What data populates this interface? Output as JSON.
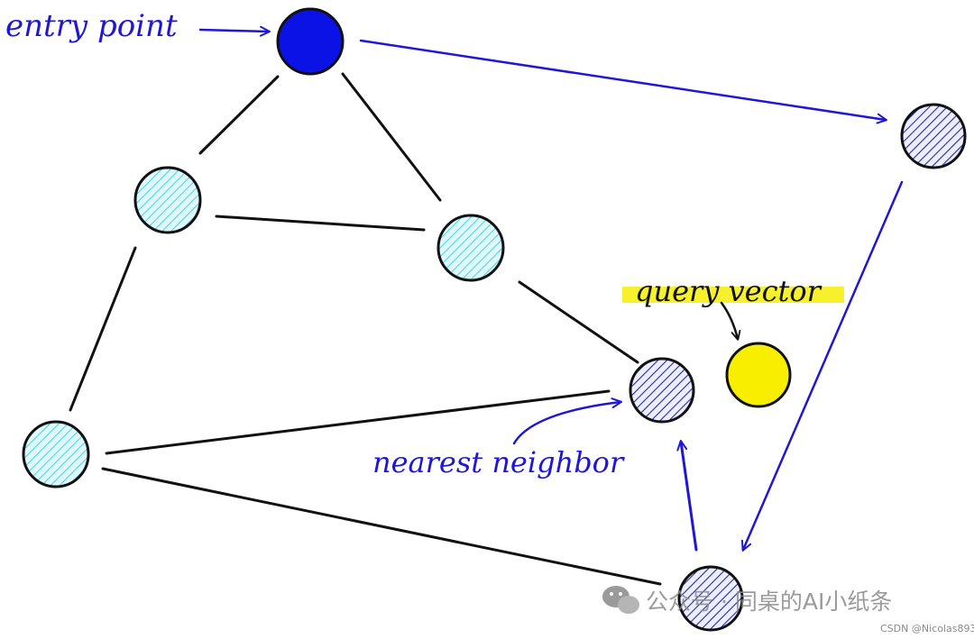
{
  "labels": {
    "entry_point": "entry point",
    "query_vector": "query vector",
    "nearest_neighbor": "nearest neighbor"
  },
  "watermark": {
    "text": "公众号 · 同桌的AI小纸条",
    "credit": "CSDN @Nicolas893",
    "icon": "wechat-icon"
  },
  "nodes": [
    {
      "id": "entry",
      "style": "solid-blue"
    },
    {
      "id": "n-left-upper",
      "style": "hatched-cyan"
    },
    {
      "id": "n-center",
      "style": "hatched-cyan"
    },
    {
      "id": "n-left-lower",
      "style": "hatched-cyan"
    },
    {
      "id": "n-right-top",
      "style": "hatched-navy"
    },
    {
      "id": "n-nearest",
      "style": "hatched-navy"
    },
    {
      "id": "n-bottom",
      "style": "hatched-navy"
    },
    {
      "id": "query",
      "style": "solid-yellow"
    }
  ],
  "edges": [
    {
      "from": "entry",
      "to": "n-left-upper"
    },
    {
      "from": "entry",
      "to": "n-center"
    },
    {
      "from": "n-left-upper",
      "to": "n-center"
    },
    {
      "from": "n-left-upper",
      "to": "n-left-lower"
    },
    {
      "from": "n-center",
      "to": "n-nearest"
    },
    {
      "from": "n-left-lower",
      "to": "n-nearest"
    },
    {
      "from": "n-left-lower",
      "to": "n-bottom"
    }
  ],
  "search_path": [
    {
      "from": "entry",
      "to": "n-right-top"
    },
    {
      "from": "n-right-top",
      "to": "n-bottom"
    },
    {
      "from": "n-bottom",
      "to": "n-nearest"
    }
  ],
  "colors": {
    "blue": "#1f16d8",
    "entry_fill": "#0b12e6",
    "cyan_hatch": "#55d4e2",
    "cyan_fill": "#dff9fc",
    "navy_hatch": "#2a2a9c",
    "navy_fill": "#eceefe",
    "yellow": "#f7ee00",
    "highlight": "#f5ef15",
    "edge": "#111111",
    "watermark": "#8a8a8a"
  }
}
